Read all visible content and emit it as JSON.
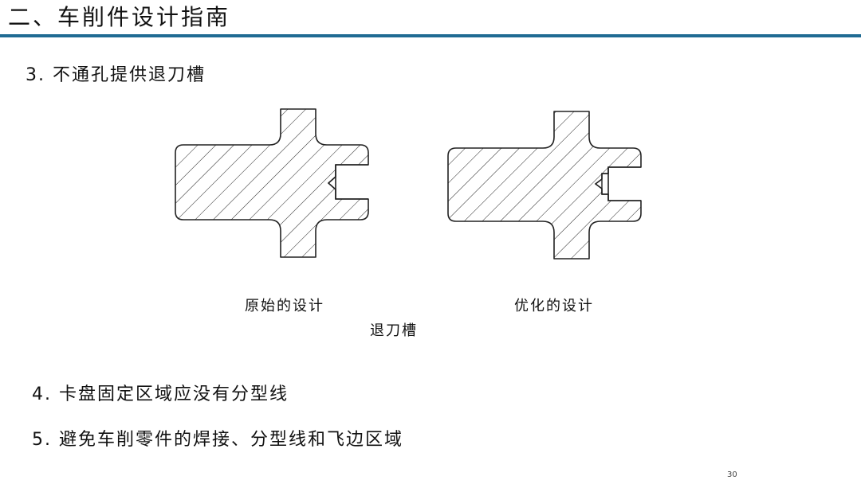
{
  "slide": {
    "title": "二、车削件设计指南",
    "accent_color": "#1f6b93",
    "page_number": "30"
  },
  "items": {
    "item_3": "3. 不通孔提供退刀槽",
    "item_4": "4. 卡盘固定区域应没有分型线",
    "item_5": "5. 避免车削零件的焊接、分型线和飞边区域"
  },
  "figures": {
    "original_caption": "原始的设计",
    "optimized_caption": "优化的设计",
    "groove_caption": "退刀槽"
  }
}
